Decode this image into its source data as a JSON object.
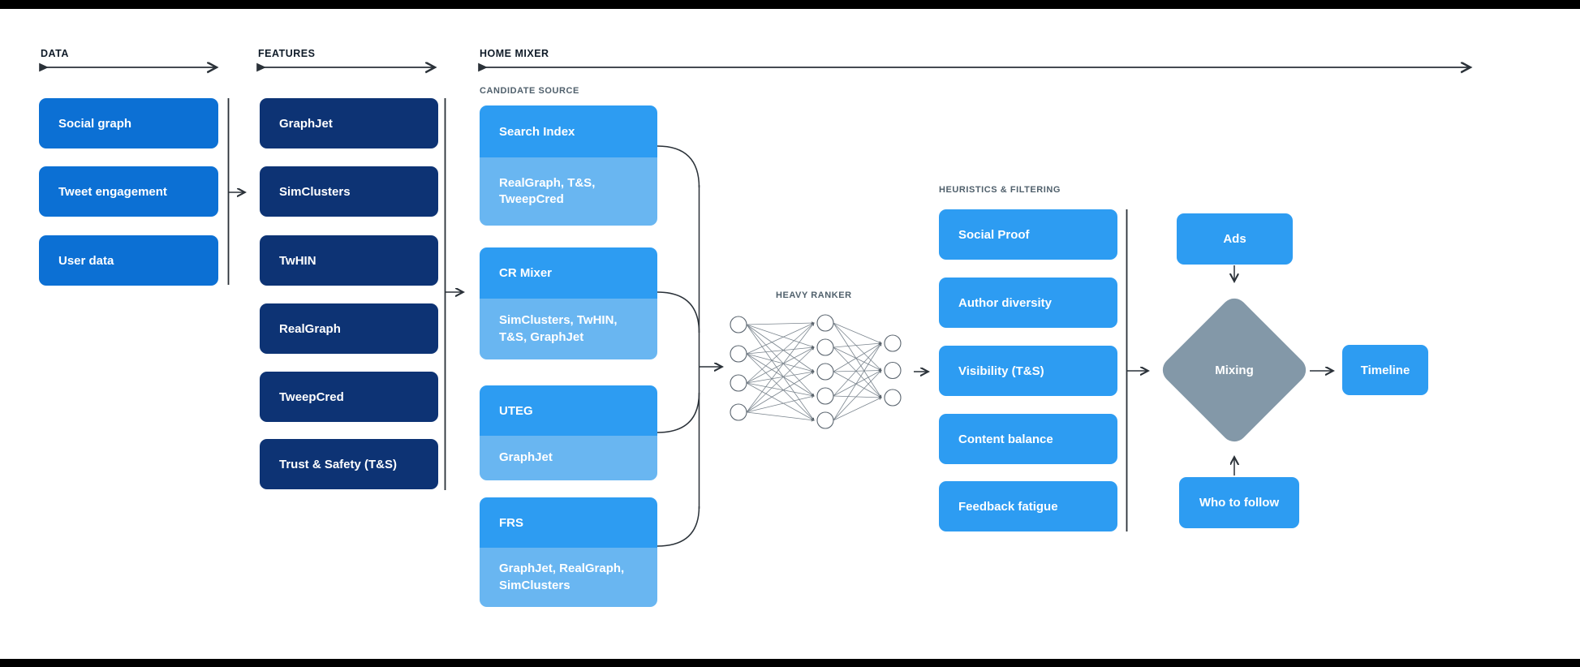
{
  "colors": {
    "data_box": "#0c70d4",
    "feature_box": "#0d3374",
    "candidate_header": "#2d9cf2",
    "candidate_sub": "#69b6f1",
    "heuristic_box": "#2d9cf2",
    "diamond": "#8398a8",
    "connector_line": "#2a3138",
    "section_label_text": "#0f1b28",
    "sub_label_text": "#50606c"
  },
  "sections": {
    "data": {
      "label": "DATA",
      "boxes": [
        "Social graph",
        "Tweet engagement",
        "User data"
      ]
    },
    "features": {
      "label": "FEATURES",
      "boxes": [
        "GraphJet",
        "SimClusters",
        "TwHIN",
        "RealGraph",
        "TweepCred",
        "Trust & Safety (T&S)"
      ]
    },
    "home_mixer": {
      "label": "HOME MIXER",
      "candidate_source": {
        "label": "CANDIDATE SOURCE",
        "groups": [
          {
            "name": "Search Index",
            "sources": "RealGraph, T&S, TweepCred"
          },
          {
            "name": "CR Mixer",
            "sources": "SimClusters, TwHIN, T&S, GraphJet"
          },
          {
            "name": "UTEG",
            "sources": "GraphJet"
          },
          {
            "name": "FRS",
            "sources": "GraphJet, RealGraph, SimClusters"
          }
        ]
      },
      "heavy_ranker": {
        "label": "HEAVY RANKER",
        "layers": [
          4,
          5,
          3
        ]
      },
      "heuristics": {
        "label": "HEURISTICS & FILTERING",
        "boxes": [
          "Social Proof",
          "Author diversity",
          "Visibility (T&S)",
          "Content balance",
          "Feedback fatigue"
        ]
      },
      "mixing": {
        "ads": "Ads",
        "diamond": "Mixing",
        "who_to_follow": "Who to follow",
        "timeline": "Timeline"
      }
    }
  }
}
